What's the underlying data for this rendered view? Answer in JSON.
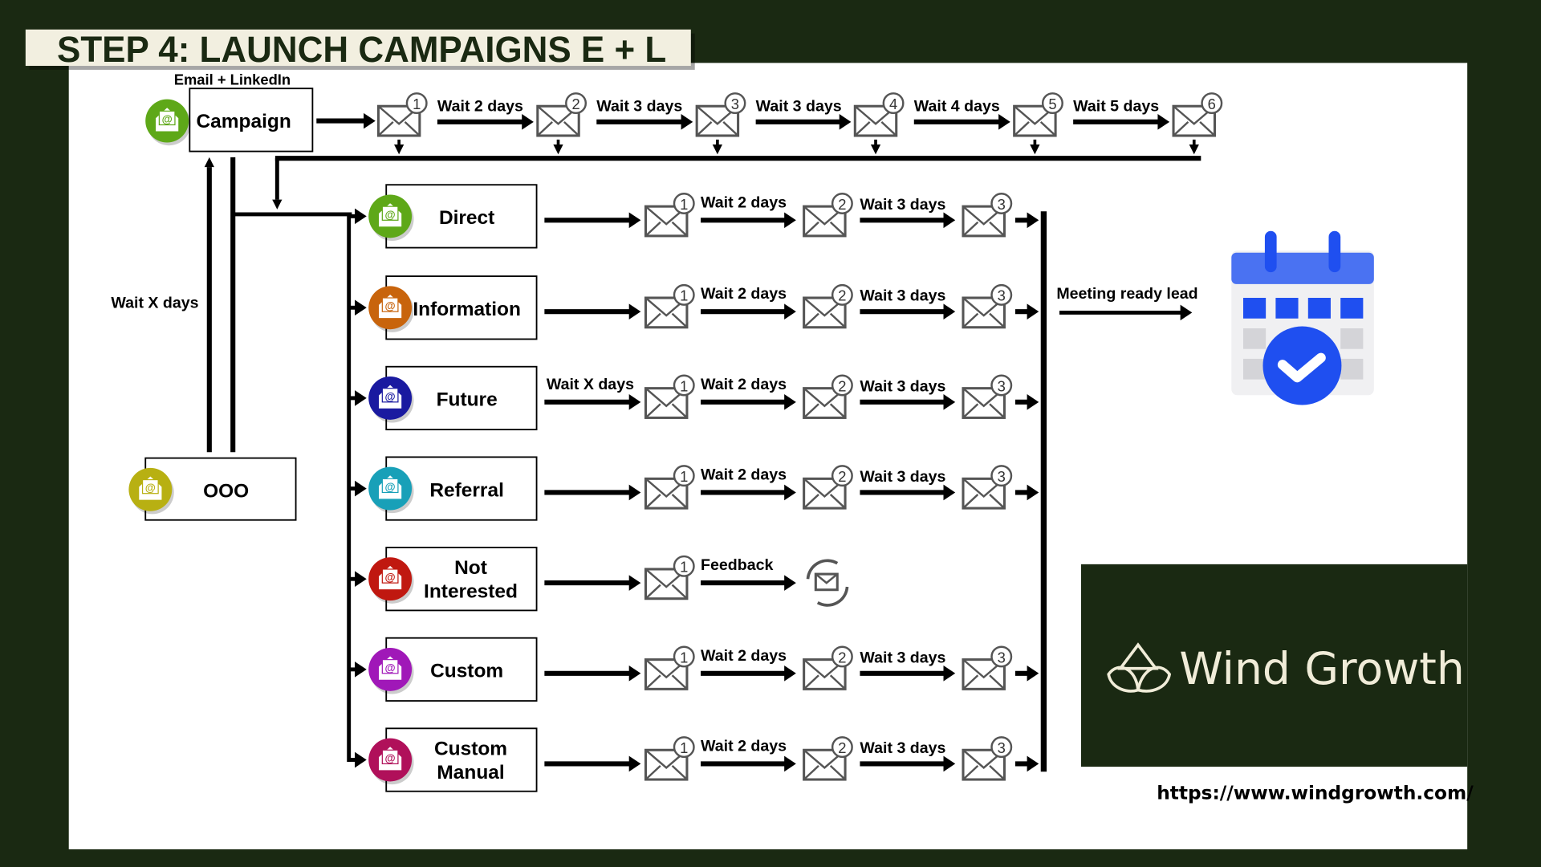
{
  "title": "STEP 4: LAUNCH CAMPAIGNS E + L",
  "campaign": {
    "caption": "Email + LinkedIn",
    "label": "Campaign",
    "icon_color": "#5ea818"
  },
  "top_sequence": {
    "steps": [
      "1",
      "2",
      "3",
      "4",
      "5",
      "6"
    ],
    "waits": [
      "Wait 2 days",
      "Wait 3 days",
      "Wait 3 days",
      "Wait 4 days",
      "Wait 5 days"
    ]
  },
  "loop_label": "Wait X days",
  "ooo": {
    "label": "OOO",
    "icon_color": "#b8b012"
  },
  "rows": [
    {
      "label": [
        "Direct"
      ],
      "icon_color": "#5ea818",
      "pre": "",
      "waits": [
        "Wait 2 days",
        "Wait 3 days"
      ],
      "end": "envelope"
    },
    {
      "label": [
        "Information"
      ],
      "icon_color": "#c8640c",
      "pre": "",
      "waits": [
        "Wait 2 days",
        "Wait 3 days"
      ],
      "end": "envelope"
    },
    {
      "label": [
        "Future"
      ],
      "icon_color": "#1a1aa0",
      "pre": "Wait X days",
      "waits": [
        "Wait 2 days",
        "Wait 3 days"
      ],
      "end": "envelope"
    },
    {
      "label": [
        "Referral"
      ],
      "icon_color": "#18a0b8",
      "pre": "",
      "waits": [
        "Wait 2 days",
        "Wait 3 days"
      ],
      "end": "envelope"
    },
    {
      "label": [
        "Not",
        "Interested"
      ],
      "icon_color": "#c01810",
      "pre": "",
      "waits": [
        "Feedback"
      ],
      "end": "refresh"
    },
    {
      "label": [
        "Custom"
      ],
      "icon_color": "#a018b8",
      "pre": "",
      "waits": [
        "Wait 2 days",
        "Wait 3 days"
      ],
      "end": "envelope"
    },
    {
      "label": [
        "Custom",
        "Manual"
      ],
      "icon_color": "#b0105a",
      "pre": "",
      "waits": [
        "Wait 2 days",
        "Wait 3 days"
      ],
      "end": "envelope"
    }
  ],
  "outcome": "Meeting ready lead",
  "brand": {
    "name": "Wind Growth",
    "url": "https://www.windgrowth.com/"
  },
  "colors": {
    "background": "#1a2912",
    "banner": "#f2efe0",
    "calendar_blue": "#1f4ff0"
  }
}
